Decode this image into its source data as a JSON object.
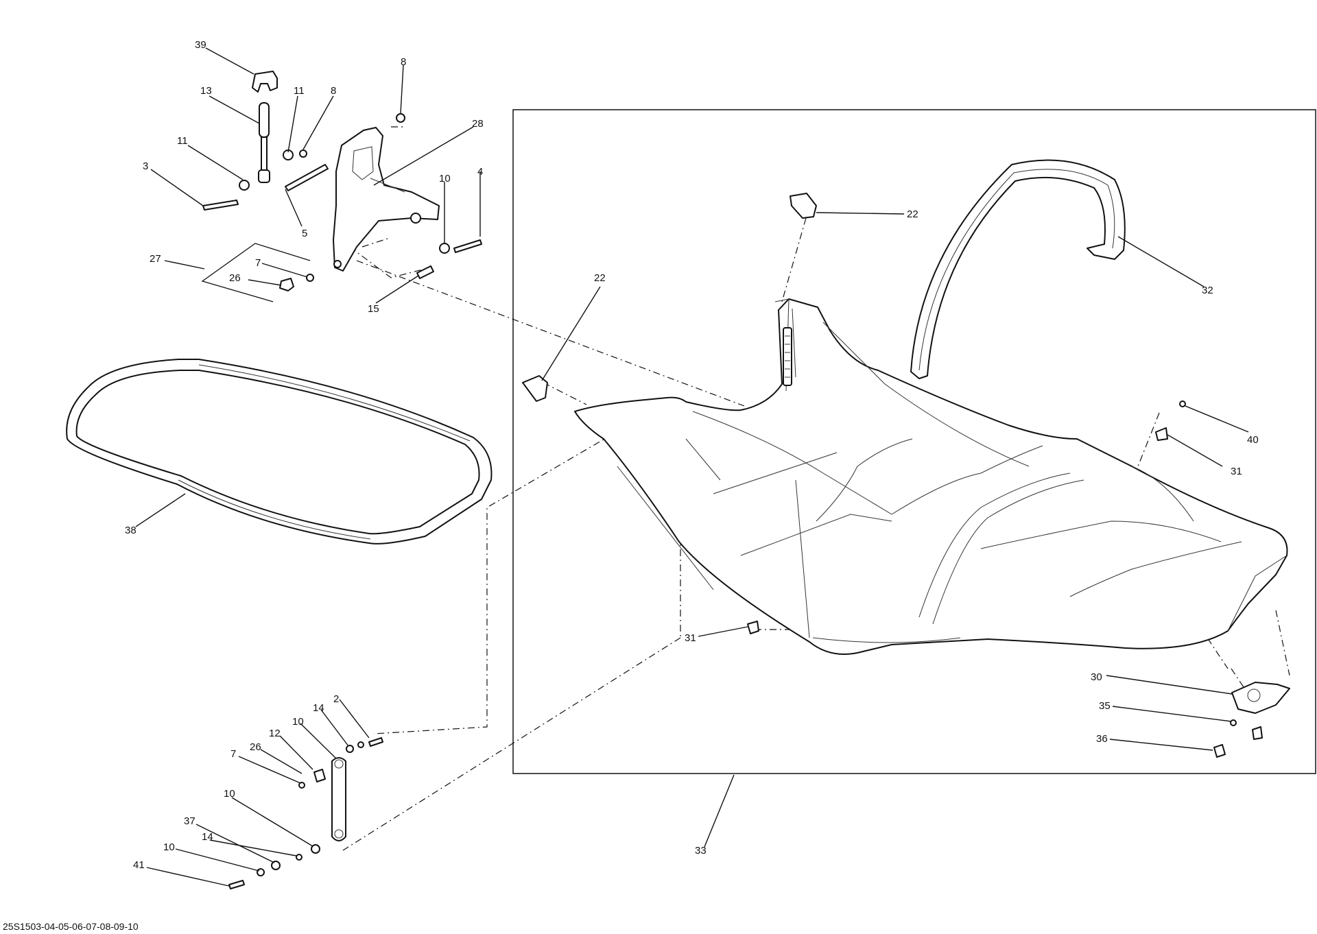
{
  "callouts": [
    {
      "id": "39",
      "text": "39"
    },
    {
      "id": "13",
      "text": "13"
    },
    {
      "id": "11a",
      "text": "11"
    },
    {
      "id": "8a",
      "text": "8"
    },
    {
      "id": "8b",
      "text": "8"
    },
    {
      "id": "28",
      "text": "28"
    },
    {
      "id": "11b",
      "text": "11"
    },
    {
      "id": "3",
      "text": "3"
    },
    {
      "id": "5",
      "text": "5"
    },
    {
      "id": "10a",
      "text": "10"
    },
    {
      "id": "4",
      "text": "4"
    },
    {
      "id": "27",
      "text": "27"
    },
    {
      "id": "7a",
      "text": "7"
    },
    {
      "id": "26a",
      "text": "26"
    },
    {
      "id": "15",
      "text": "15"
    },
    {
      "id": "22a",
      "text": "22"
    },
    {
      "id": "22b",
      "text": "22"
    },
    {
      "id": "32",
      "text": "32"
    },
    {
      "id": "40",
      "text": "40"
    },
    {
      "id": "31a",
      "text": "31"
    },
    {
      "id": "38",
      "text": "38"
    },
    {
      "id": "31b",
      "text": "31"
    },
    {
      "id": "30",
      "text": "30"
    },
    {
      "id": "35",
      "text": "35"
    },
    {
      "id": "36",
      "text": "36"
    },
    {
      "id": "33",
      "text": "33"
    },
    {
      "id": "2",
      "text": "2"
    },
    {
      "id": "14a",
      "text": "14"
    },
    {
      "id": "10b",
      "text": "10"
    },
    {
      "id": "12",
      "text": "12"
    },
    {
      "id": "26b",
      "text": "26"
    },
    {
      "id": "7b",
      "text": "7"
    },
    {
      "id": "10c",
      "text": "10"
    },
    {
      "id": "37",
      "text": "37"
    },
    {
      "id": "14b",
      "text": "14"
    },
    {
      "id": "10d",
      "text": "10"
    },
    {
      "id": "41",
      "text": "41"
    }
  ],
  "diagram_ref": "25S1503-04-05-06-07-08-09-10"
}
